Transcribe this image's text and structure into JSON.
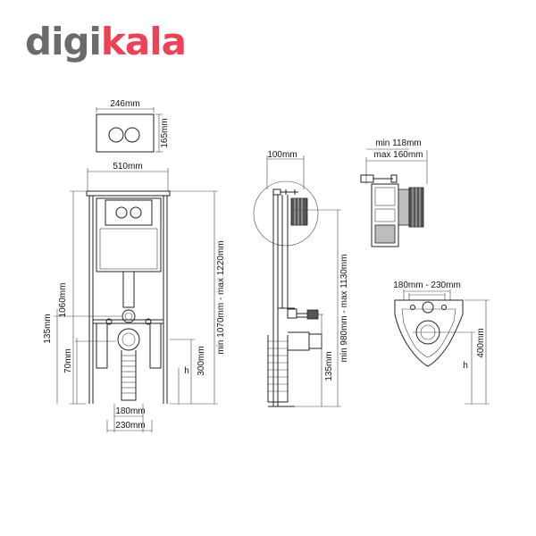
{
  "brand": {
    "part1": "digi",
    "part2": "kala",
    "colors": {
      "gray": "#6b6b6b",
      "red": "#ef4056"
    }
  },
  "front_view": {
    "plate_width": "246mm",
    "plate_height": "165mm",
    "frame_width": "510mm",
    "height_1060": "1060mm",
    "height_135": "135mm",
    "height_70": "70mm",
    "height_300": "300mm",
    "h": "h",
    "range_1070_1220": "min 1070mm - max 1220mm",
    "width_180": "180mm",
    "width_230": "230mm"
  },
  "side_view": {
    "depth_100": "100mm",
    "range_980_1130": "min 980mm - max 1130mm",
    "height_135": "135mm"
  },
  "detail_view": {
    "min_118": "min 118mm",
    "max_160": "max 160mm"
  },
  "bowl_view": {
    "range_180_230": "180mm - 230mm",
    "h": "h",
    "height_400": "400mm"
  }
}
